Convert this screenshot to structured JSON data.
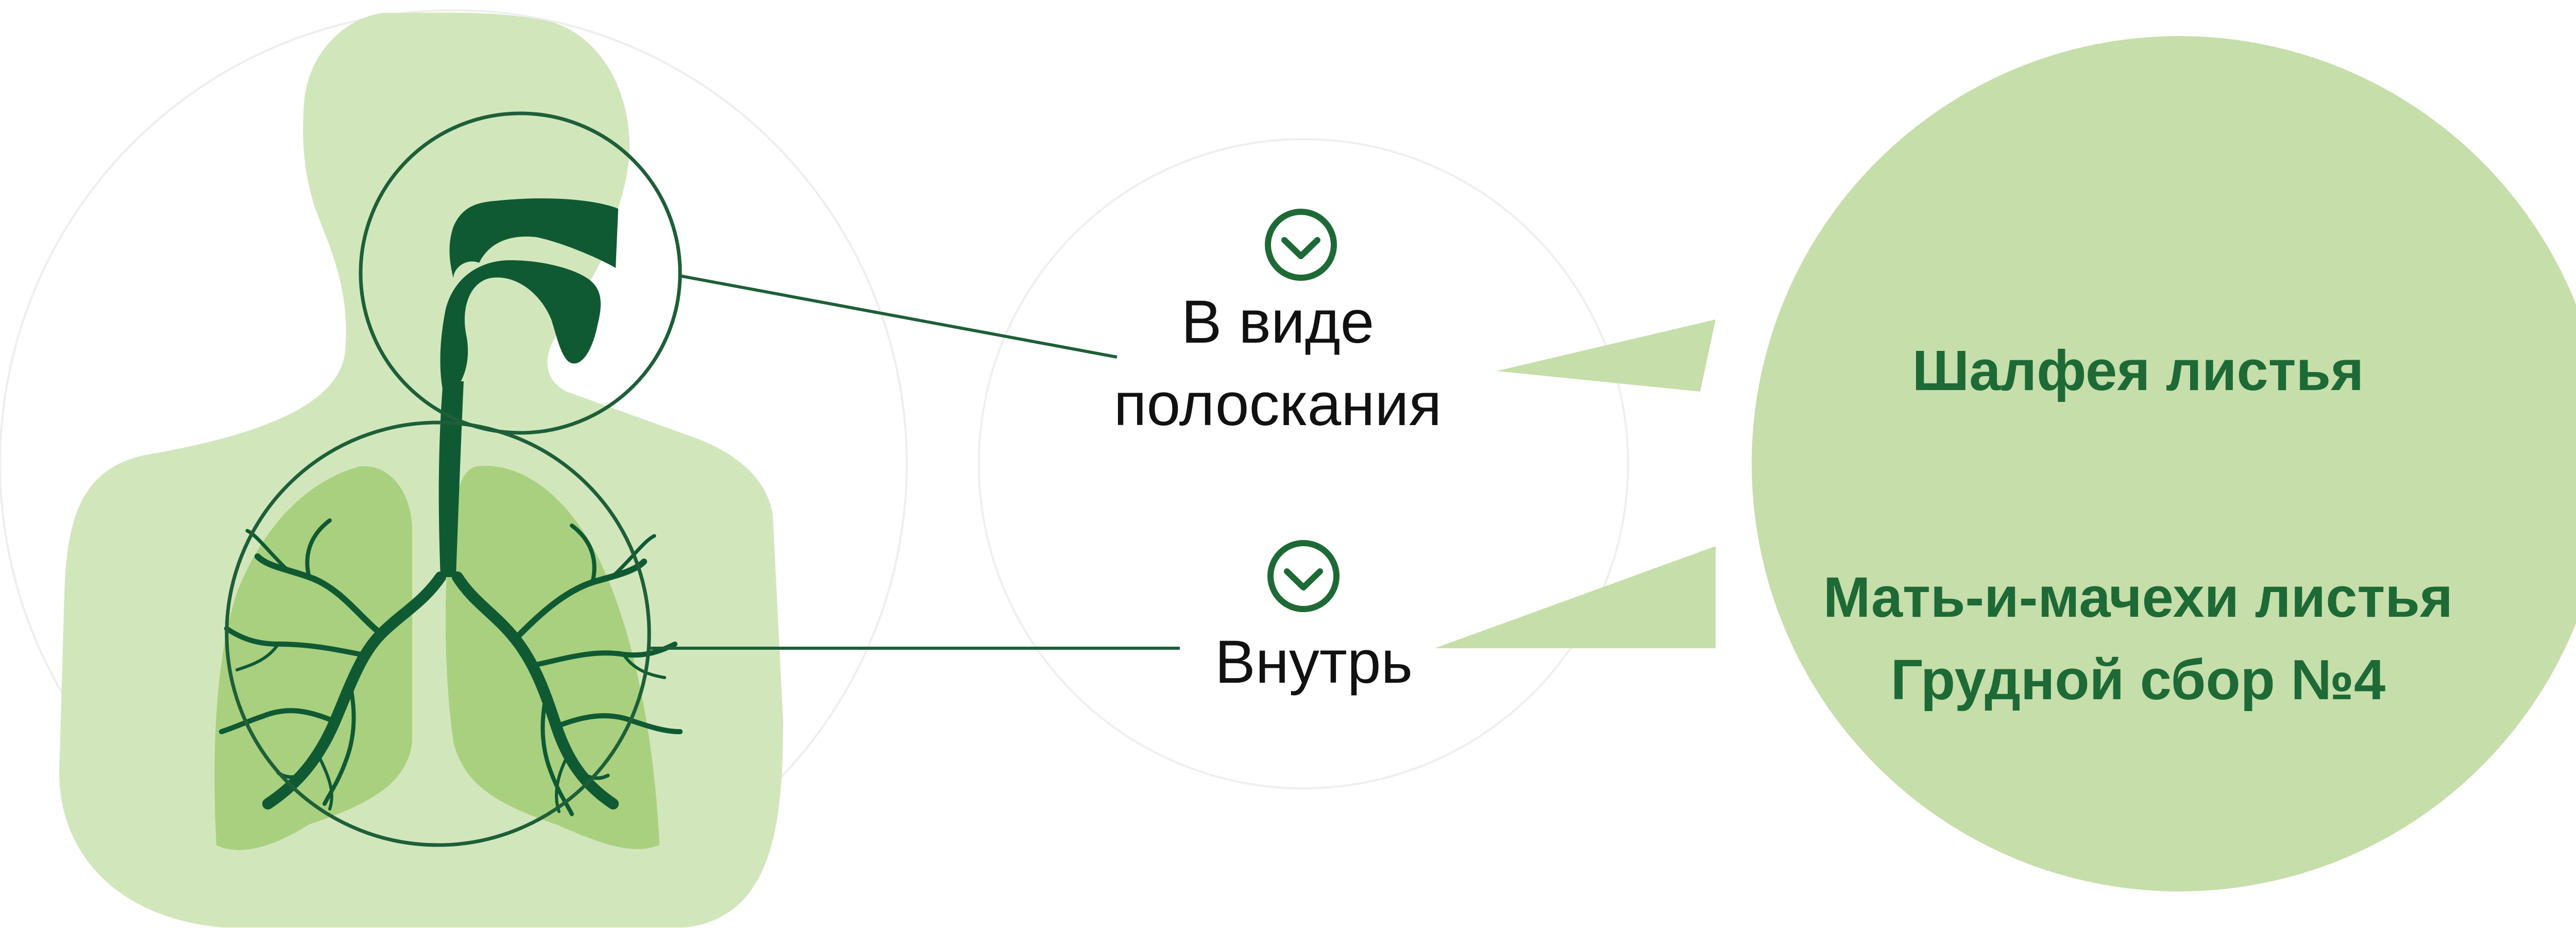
{
  "colors": {
    "body_silhouette": "#d2e6bc",
    "lung_fill": "#a9d07f",
    "bubble_fill": "#c6deaa",
    "airway": "#0f5a33",
    "outline": "#1d5f38",
    "check_icon": "#1d6a36",
    "remedy_text": "#1d6a36",
    "label_text": "#111111"
  },
  "icons": [
    "throat-zoom-circle",
    "lungs-zoom-circle",
    "check-circle-icon",
    "check-circle-icon"
  ],
  "methods": [
    {
      "label_line1": "В виде",
      "label_line2": "полоскания",
      "icon": "check-circle-icon"
    },
    {
      "label_line1": "Внутрь",
      "icon": "check-circle-icon"
    }
  ],
  "remedies": {
    "gargle": [
      "Шалфея листья"
    ],
    "internal": [
      "Мать-и-мачехи листья",
      "Грудной сбор №4"
    ]
  }
}
